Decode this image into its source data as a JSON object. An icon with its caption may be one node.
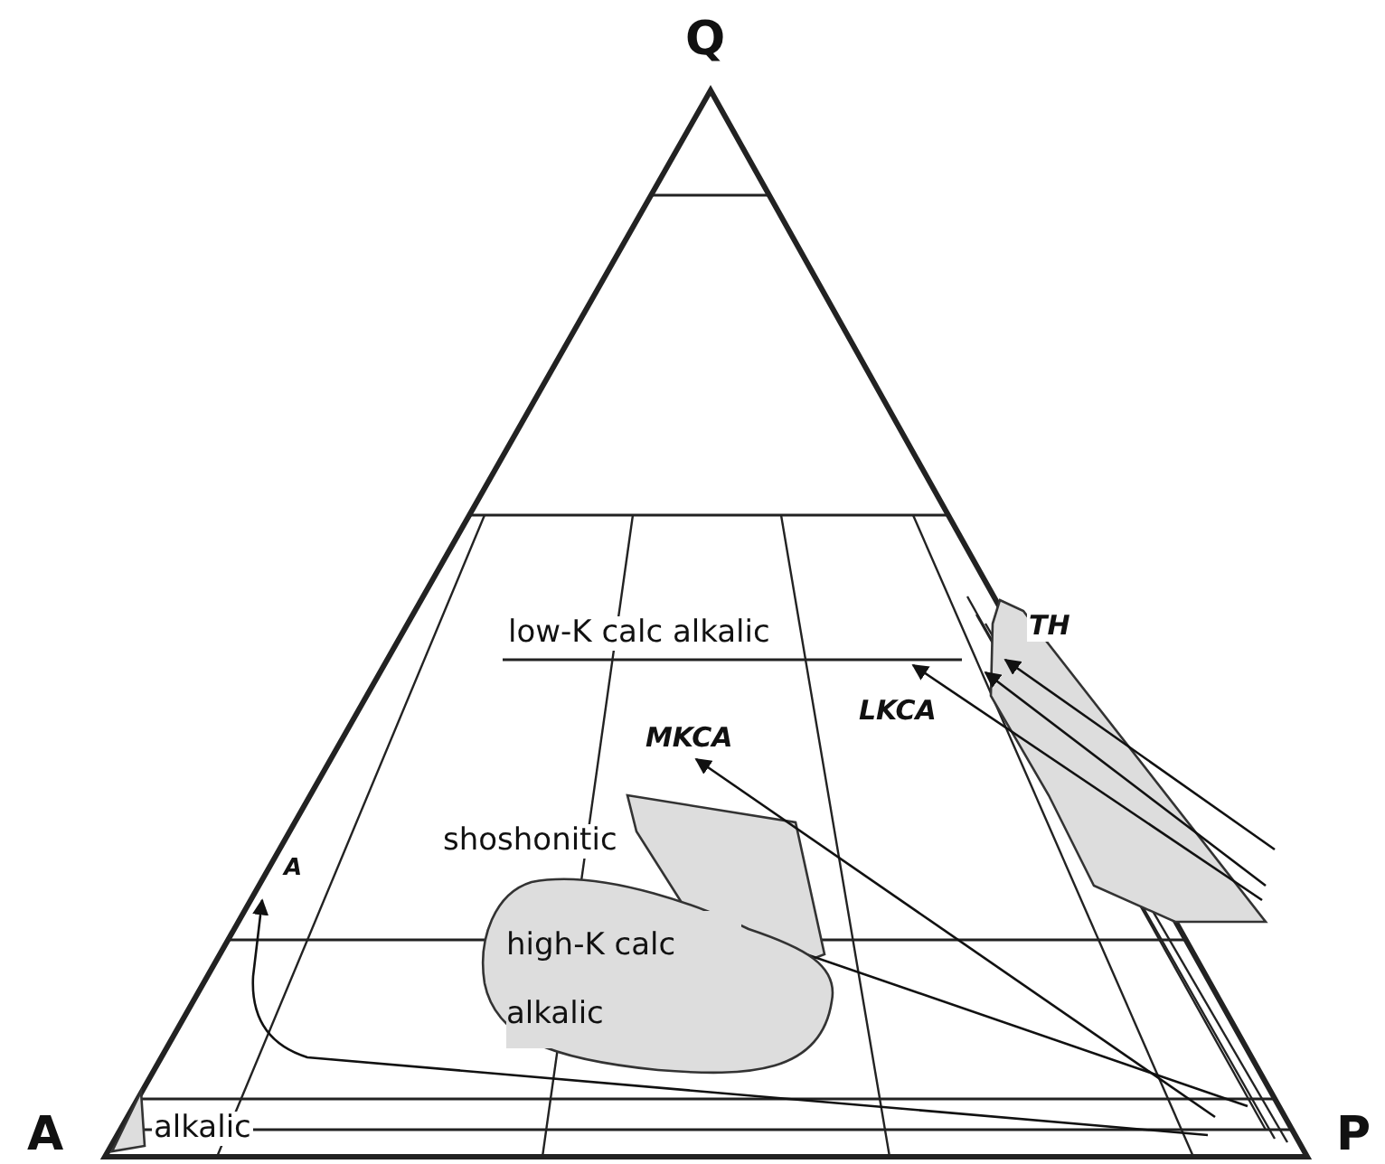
{
  "diagram": {
    "nodes": [
      {
        "text": [
          "high-K calc alkalic"
        ]
      }
    ],
    "labels": [
      "Q",
      "low-K calc alkalic",
      "TH",
      "LKCA",
      "MKCA",
      "shoshonitic",
      "A",
      "A",
      "alkalic",
      "P"
    ]
  }
}
